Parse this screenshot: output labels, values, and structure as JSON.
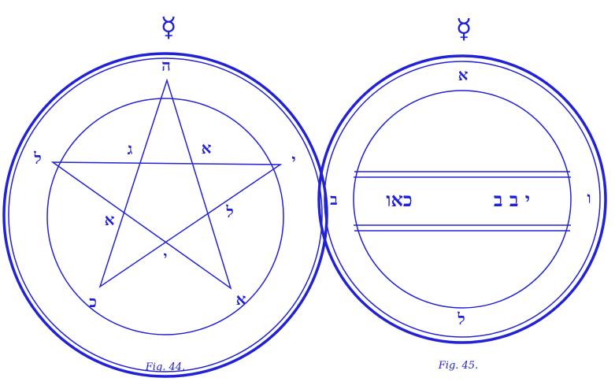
{
  "colors": {
    "ink": "#2121d6",
    "background": "#ffffff"
  },
  "icons": {
    "planet_symbol": "mercury-symbol-icon"
  },
  "fig44": {
    "planet_symbol": "☿",
    "caption": "Fig. 44.",
    "letters": {
      "top": "ה",
      "upper_left": "ל",
      "upper_right": "י",
      "inner_gimel": "ג",
      "inner_aleph_upper": "א",
      "inner_aleph_left": "א",
      "inner_lamed_right": "ל",
      "inner_yod_center": "י",
      "bottom_left": "כ",
      "bottom_right": "א"
    }
  },
  "fig45": {
    "planet_symbol": "☿",
    "caption": "Fig. 45.",
    "letters": {
      "top": "א",
      "left": "ב",
      "right": "ו",
      "bottom": "ל"
    },
    "band_text_right": "י ב ב",
    "band_text_left": "כאו"
  }
}
